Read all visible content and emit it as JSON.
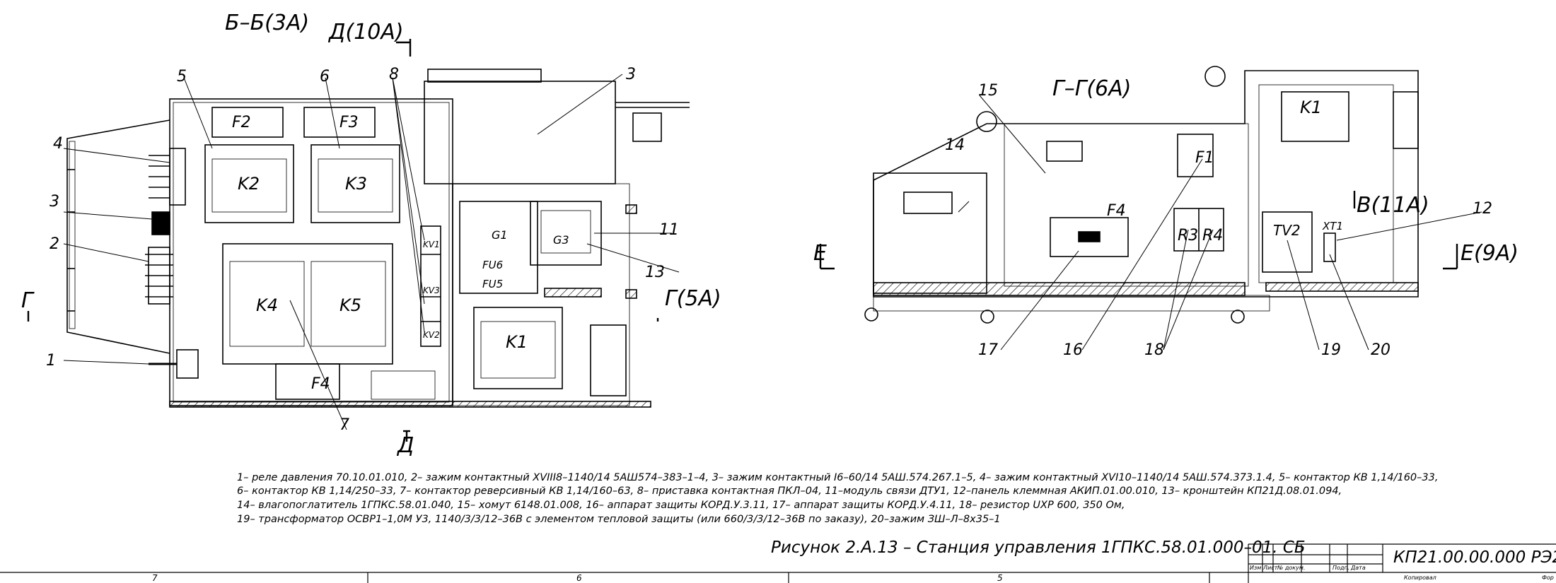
{
  "section_titles": {
    "bb": "Б–Б(3А)",
    "d_top": "Д(10А)",
    "d_bottom": "Д",
    "g_left": "Г",
    "g_5a": "Г(5А)",
    "gg": "Г–Г(6А)",
    "e_left": "Е",
    "e_9a": "Е(9А)",
    "v_11a": "В(11А)"
  },
  "callouts_left": [
    "1",
    "2",
    "3",
    "4",
    "5",
    "6",
    "7",
    "8",
    "3",
    "11",
    "13"
  ],
  "callouts_right": [
    "12",
    "14",
    "15",
    "16",
    "17",
    "18",
    "19",
    "20"
  ],
  "component_labels": {
    "f2": "F2",
    "f3": "F3",
    "k2": "K2",
    "k3": "K3",
    "k4": "K4",
    "k5": "K5",
    "k1_left": "K1",
    "f4_left": "F4",
    "g1": "G1",
    "g3": "G3",
    "fu6": "FU6",
    "fu5": "FU5",
    "kv1": "KV1",
    "kv3": "KV3",
    "kv2": "KV2",
    "k1_right": "K1",
    "f1": "F1",
    "f4_right": "F4",
    "r3": "R3",
    "r4": "R4",
    "tv2": "TV2",
    "xt1": "XT1"
  },
  "legend_lines": [
    "1– реле давления 70.10.01.010, 2– зажим контактный XVIII8–1140/14 5АШ574–383–1–4, 3– зажим контактный I6–60/14 5АШ.574.267.1–5, 4– зажим контактный XVI10–1140/14 5АШ.574.373.1.4, 5– контактор КВ 1,14/160–33,",
    "6– контактор КВ 1,14/250–33, 7– контактор реверсивный КВ 1,14/160–63, 8– приставка контактная ПКЛ–04, 11–модуль связи ДТУ1, 12–панель клеммная АКИП.01.00.010, 13– кронштейн КП21Д.08.01.094,",
    " 14– влагопоглатитель 1ГПКС.58.01.040, 15– хомут 6148.01.008, 16– аппарат защиты КОРД.У.3.11, 17– аппарат защиты КОРД.У.4.11, 18– резистор UXP 600, 350 Ом,",
    "19– трансформатор ОСВР1–1,0М У3, 1140/3/3/12–36В с элементом тепловой защиты (или 660/3/3/12–36В по заказу), 20–зажим ЗШ–Л–8х35–1"
  ],
  "caption": "Рисунок 2.А.13 – Станция управления 1ГПКС.58.01.000–01. СБ",
  "stamp": {
    "cols": [
      "Изм",
      "Лист",
      "№ докум.",
      "Подп.",
      "Дата"
    ],
    "doc_code": "КП21.00.00.000 РЭ2",
    "copied": "Копировал",
    "format": "Фор"
  },
  "zone_numbers": [
    "7",
    "6",
    "5"
  ]
}
